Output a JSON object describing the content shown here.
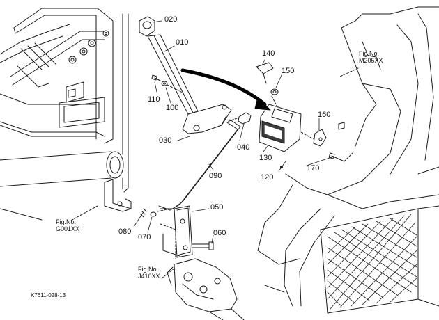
{
  "callouts": {
    "p020": "020",
    "p010": "010",
    "p140": "140",
    "p150": "150",
    "p110": "110",
    "p100": "100",
    "p160": "160",
    "p030": "030",
    "p040": "040",
    "p130": "130",
    "p120": "120",
    "p170": "170",
    "p090": "090",
    "p050": "050",
    "p080": "080",
    "p070": "070",
    "p060": "060"
  },
  "figure_refs": {
    "m205": {
      "label": "Fig.No.",
      "code": "M205XX"
    },
    "g001": {
      "label": "Fig.No.",
      "code": "G001XX"
    },
    "j410": {
      "label": "Fig.No.",
      "code": "J410XX"
    }
  },
  "drawing_code": "K7611-028-13",
  "colors": {
    "line": "#1a1a1a",
    "background": "#ffffff"
  }
}
